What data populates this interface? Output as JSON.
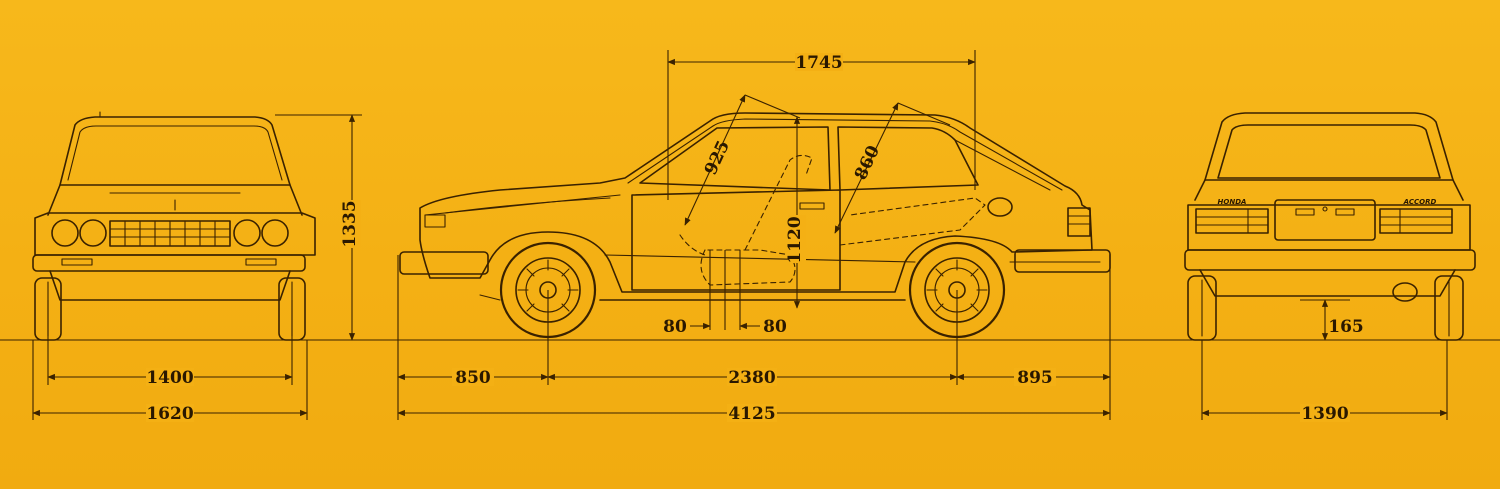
{
  "dimensions": {
    "front_track": "1400",
    "front_width": "1620",
    "height": "1335",
    "front_overhang": "850",
    "wheelbase": "2380",
    "rear_overhang": "895",
    "length": "4125",
    "interior_length": "1745",
    "front_headroom": "925",
    "rear_headroom": "860",
    "interior_height": "1120",
    "front_legroom_offset": "80",
    "rear_legroom_offset": "80",
    "ground_clearance": "165",
    "rear_track": "1390"
  },
  "badges": {
    "rear_left": "HONDA",
    "rear_right": "ACCORD"
  },
  "colors": {
    "background": "#f6b416",
    "ink": "#3a2200"
  }
}
